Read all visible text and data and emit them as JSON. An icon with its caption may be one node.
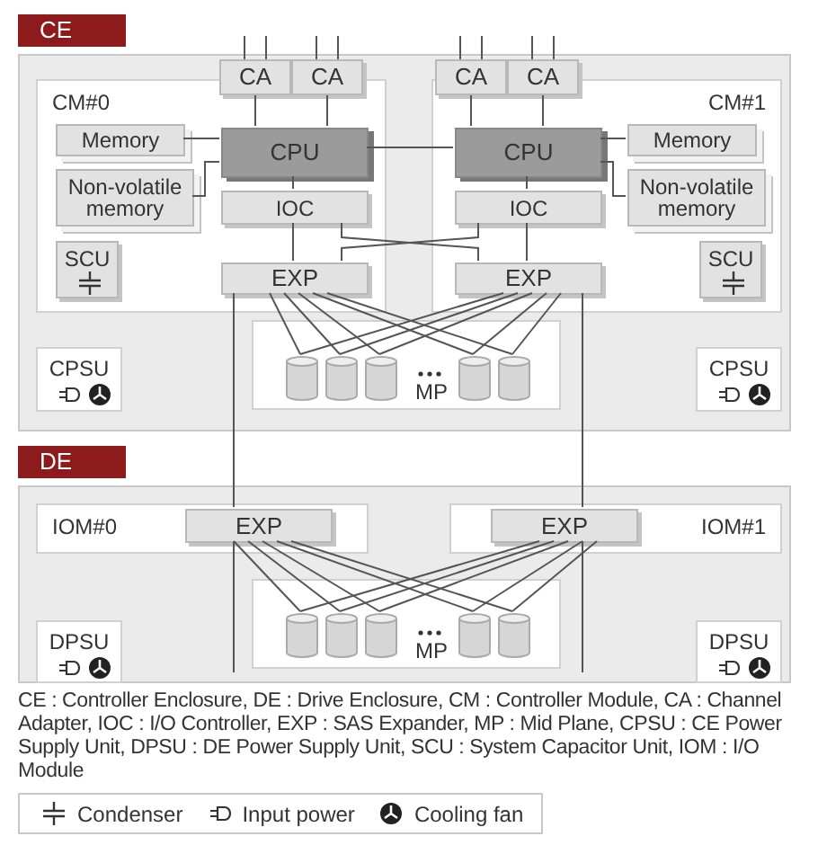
{
  "diagram": {
    "nodes": [
      {
        "text": [
          "CE"
        ]
      },
      {
        "text": [
          "CM#0"
        ],
        "in": 0
      },
      {
        "text": [
          "CA"
        ],
        "in": 0
      },
      {
        "text": [
          "CA"
        ],
        "in": 0
      },
      {
        "text": [
          "Memory"
        ],
        "in": 1
      },
      {
        "text": [
          "CPU"
        ],
        "in": 1
      },
      {
        "text": [
          "Non-volatile memory"
        ],
        "in": 1
      },
      {
        "text": [
          "IOC"
        ],
        "in": 1
      },
      {
        "text": [
          "SCU"
        ],
        "in": 1
      },
      {
        "text": [
          "EXP"
        ],
        "in": 1
      },
      {
        "text": [
          "CM#1"
        ],
        "in": 0
      },
      {
        "text": [
          "CA"
        ],
        "in": 0
      },
      {
        "text": [
          "CA"
        ],
        "in": 0
      },
      {
        "text": [
          "CPU"
        ],
        "in": 10
      },
      {
        "text": [
          "Memory"
        ],
        "in": 10
      },
      {
        "text": [
          "IOC"
        ],
        "in": 10
      },
      {
        "text": [
          "Non-volatile memory"
        ],
        "in": 10
      },
      {
        "text": [
          "SCU"
        ],
        "in": 10
      },
      {
        "text": [
          "EXP"
        ],
        "in": 10
      },
      {
        "text": [
          "MP"
        ],
        "in": 0
      },
      {
        "text": [],
        "shape": "cylinder",
        "in": 19
      },
      {
        "text": [],
        "shape": "cylinder",
        "in": 19
      },
      {
        "text": [],
        "shape": "cylinder",
        "in": 19
      },
      {
        "text": [],
        "shape": "cylinder",
        "in": 19
      },
      {
        "text": [],
        "shape": "cylinder",
        "in": 19
      },
      {
        "text": [
          "CPSU"
        ],
        "in": 0
      },
      {
        "text": [
          "CPSU"
        ],
        "in": 0
      },
      {
        "text": [
          "DE"
        ]
      },
      {
        "text": [
          "IOM#0"
        ],
        "in": 27
      },
      {
        "text": [
          "EXP"
        ],
        "in": 28
      },
      {
        "text": [
          "IOM#1"
        ],
        "in": 27
      },
      {
        "text": [
          "EXP"
        ],
        "in": 30
      },
      {
        "text": [
          "MP"
        ],
        "in": 27
      },
      {
        "text": [],
        "shape": "cylinder",
        "in": 32
      },
      {
        "text": [],
        "shape": "cylinder",
        "in": 32
      },
      {
        "text": [],
        "shape": "cylinder",
        "in": 32
      },
      {
        "text": [],
        "shape": "cylinder",
        "in": 32
      },
      {
        "text": [],
        "shape": "cylinder",
        "in": 32
      },
      {
        "text": [
          "DPSU"
        ],
        "in": 27
      },
      {
        "text": [
          "DPSU"
        ],
        "in": 27
      }
    ],
    "edges": [
      {
        "from": null,
        "to": 2,
        "arrow": "none"
      },
      {
        "from": null,
        "to": 2,
        "arrow": "none"
      },
      {
        "from": null,
        "to": 3,
        "arrow": "none"
      },
      {
        "from": null,
        "to": 3,
        "arrow": "none"
      },
      {
        "from": null,
        "to": 11,
        "arrow": "none"
      },
      {
        "from": null,
        "to": 11,
        "arrow": "none"
      },
      {
        "from": null,
        "to": 12,
        "arrow": "none"
      },
      {
        "from": null,
        "to": 12,
        "arrow": "none"
      },
      {
        "from": 2,
        "to": 5,
        "arrow": "none"
      },
      {
        "from": 3,
        "to": 5,
        "arrow": "none"
      },
      {
        "from": 11,
        "to": 13,
        "arrow": "none"
      },
      {
        "from": 12,
        "to": 13,
        "arrow": "none"
      },
      {
        "from": 4,
        "to": 5,
        "arrow": "none"
      },
      {
        "from": 6,
        "to": 5,
        "arrow": "none"
      },
      {
        "from": 5,
        "to": 13,
        "arrow": "none"
      },
      {
        "from": 5,
        "to": 7,
        "arrow": "none"
      },
      {
        "from": 7,
        "to": 9,
        "arrow": "none"
      },
      {
        "from": 13,
        "to": 14,
        "arrow": "none"
      },
      {
        "from": 13,
        "to": 16,
        "arrow": "none"
      },
      {
        "from": 13,
        "to": 15,
        "arrow": "none"
      },
      {
        "from": 15,
        "to": 18,
        "arrow": "none"
      },
      {
        "from": 7,
        "to": 18,
        "arrow": "none"
      },
      {
        "from": 15,
        "to": 9,
        "arrow": "none"
      },
      {
        "from": 9,
        "to": 20,
        "arrow": "none"
      },
      {
        "from": 9,
        "to": 21,
        "arrow": "none"
      },
      {
        "from": 9,
        "to": 22,
        "arrow": "none"
      },
      {
        "from": 9,
        "to": 23,
        "arrow": "none"
      },
      {
        "from": 9,
        "to": 24,
        "arrow": "none"
      },
      {
        "from": 18,
        "to": 20,
        "arrow": "none"
      },
      {
        "from": 18,
        "to": 21,
        "arrow": "none"
      },
      {
        "from": 18,
        "to": 22,
        "arrow": "none"
      },
      {
        "from": 18,
        "to": 23,
        "arrow": "none"
      },
      {
        "from": 18,
        "to": 24,
        "arrow": "none"
      },
      {
        "from": 9,
        "to": 29,
        "arrow": "none"
      },
      {
        "from": 29,
        "to": null,
        "arrow": "none"
      },
      {
        "from": 18,
        "to": 31,
        "arrow": "none"
      },
      {
        "from": 31,
        "to": null,
        "arrow": "none"
      },
      {
        "from": 29,
        "to": 33,
        "arrow": "none"
      },
      {
        "from": 29,
        "to": 34,
        "arrow": "none"
      },
      {
        "from": 29,
        "to": 35,
        "arrow": "none"
      },
      {
        "from": 29,
        "to": 36,
        "arrow": "none"
      },
      {
        "from": 29,
        "to": 37,
        "arrow": "none"
      },
      {
        "from": 31,
        "to": 33,
        "arrow": "none"
      },
      {
        "from": 31,
        "to": 34,
        "arrow": "none"
      },
      {
        "from": 31,
        "to": 35,
        "arrow": "none"
      },
      {
        "from": 31,
        "to": 36,
        "arrow": "none"
      },
      {
        "from": 31,
        "to": 37,
        "arrow": "none"
      }
    ],
    "labels": [
      "CE : Controller Enclosure, DE : Drive Enclosure, CM : Controller Module, CA : Channel Adapter, IOC : I/O Controller, EXP : SAS Expander, MP : Mid Plane, CPSU : CE Power Supply Unit, DPSU : DE Power Supply Unit, SCU : System Capacitor Unit, IOM : I/O Module"
    ],
    "legend": [
      {
        "text": "Condenser"
      },
      {
        "text": "Input power"
      },
      {
        "text": "Cooling fan"
      }
    ]
  }
}
